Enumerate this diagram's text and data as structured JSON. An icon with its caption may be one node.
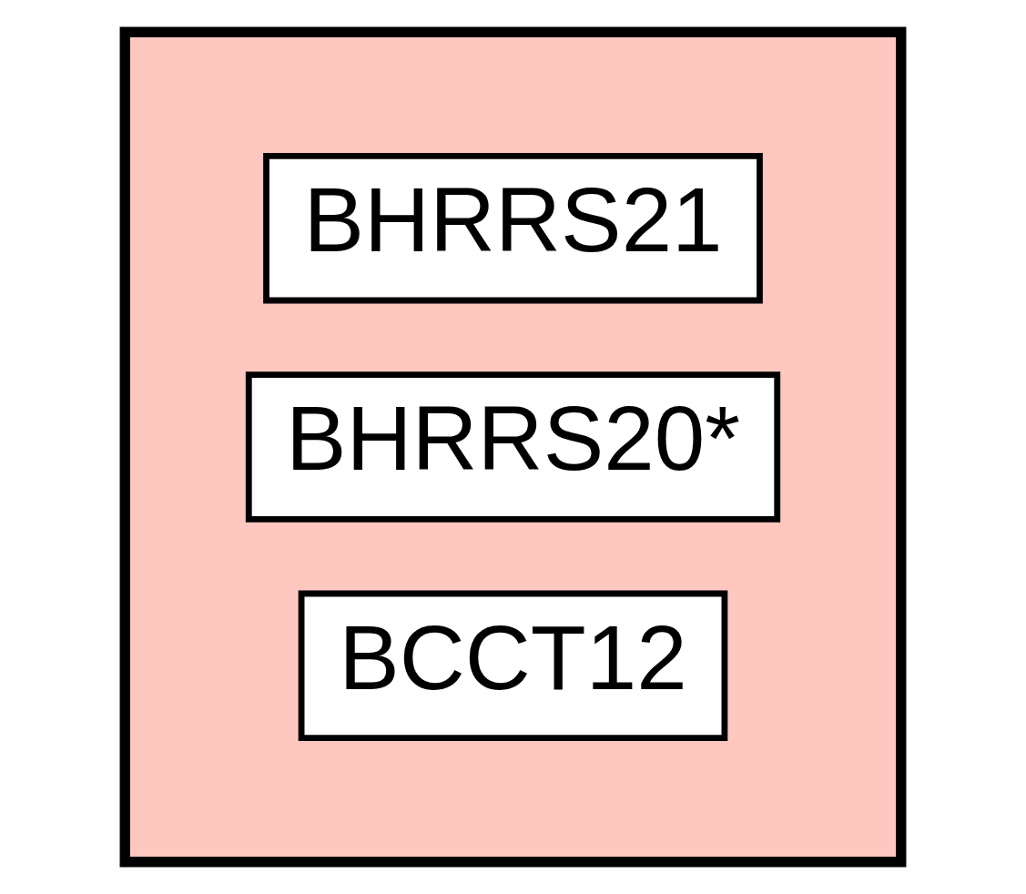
{
  "diagram": {
    "nodes": [
      {
        "text": [],
        "shape": "trapezoid"
      },
      {
        "text": [
          "BHRRS21"
        ],
        "in": 0
      },
      {
        "text": [
          "BHRRS20*"
        ],
        "in": 0
      },
      {
        "text": [
          "BCCT12"
        ],
        "in": 0
      }
    ]
  }
}
